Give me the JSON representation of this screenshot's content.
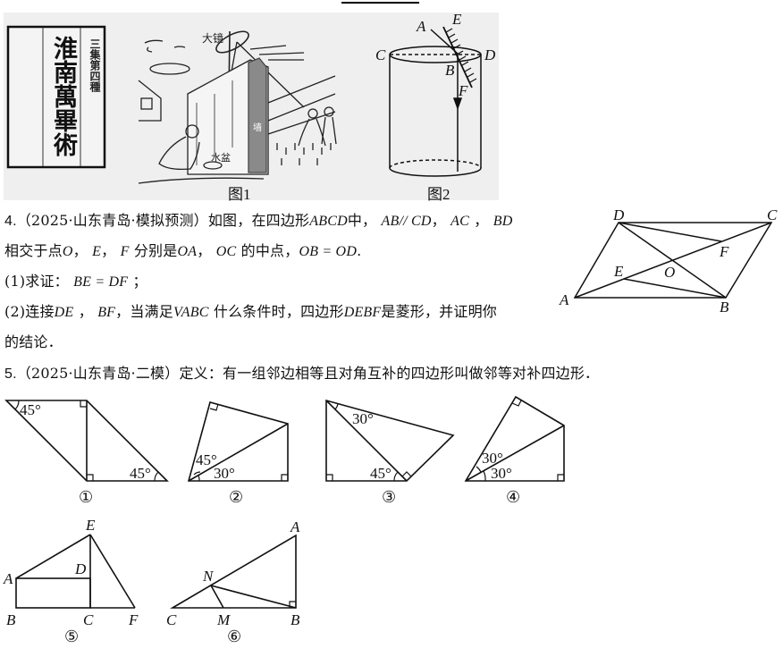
{
  "top_fragment": {
    "blank_underline": true
  },
  "figures_top": {
    "book_cover": {
      "title": "淮南萬畢術",
      "subtitle": "三集第四種"
    },
    "figure1": {
      "caption": "图1",
      "labels": {
        "mirror": "大镜",
        "basin": "水盆",
        "wall": "墙"
      }
    },
    "figure2": {
      "caption": "图2",
      "labels": [
        "A",
        "E",
        "C",
        "D",
        "B",
        "F"
      ]
    }
  },
  "problem4": {
    "number": "4.",
    "source": "（2025·山东青岛·模拟预测）",
    "line1_text": "如图，在四边形",
    "quad": "ABCD",
    "line1_mid": "中，",
    "cond1": "AB// CD",
    "sep": "，",
    "ac": "AC",
    "bd": "BD",
    "line2_a": "相交于点",
    "o": "O",
    "e": "E",
    "f": "F",
    "line2_b": "分别是",
    "oa": "OA",
    "oc": "OC",
    "line2_c": "的中点，",
    "eq": "OB = OD",
    "period": ".",
    "part1_prefix": "(1)求证：",
    "part1_eq": "BE = DF",
    "part1_end": "；",
    "part2_prefix": "(2)连接",
    "de": "DE",
    "bf": "BF",
    "part2_a": "，当满足",
    "tri": "VABC",
    "part2_b": "什么条件时，四边形",
    "debf": "DEBF",
    "part2_c": "是菱形，并证明你",
    "part2_d": "的结论．",
    "diagram_labels": [
      "D",
      "C",
      "F",
      "E",
      "O",
      "A",
      "B"
    ]
  },
  "problem5": {
    "number": "5.",
    "source": "（2025·山东青岛·二模）",
    "text": "定义：有一组邻边相等且对角互补的四边形叫做邻等对补四边形．",
    "figures": [
      {
        "caption": "①",
        "angles": [
          "45°",
          "45°"
        ]
      },
      {
        "caption": "②",
        "angles": [
          "45°",
          "30°"
        ]
      },
      {
        "caption": "③",
        "angles": [
          "30°",
          "45°"
        ]
      },
      {
        "caption": "④",
        "angles": [
          "30°",
          "30°"
        ]
      },
      {
        "caption": "⑤",
        "labels": [
          "E",
          "D",
          "A",
          "B",
          "C",
          "F"
        ]
      },
      {
        "caption": "⑥",
        "labels": [
          "A",
          "N",
          "C",
          "M",
          "B"
        ]
      }
    ]
  }
}
